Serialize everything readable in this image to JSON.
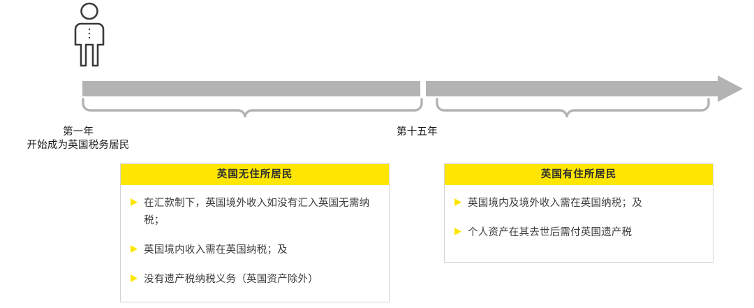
{
  "diagram": {
    "person": {
      "icon": "person-icon"
    },
    "timeline": {
      "arrow_color": "#b3b3b3",
      "brace_color": "#b3b3b3",
      "segments": [
        {
          "name": "non-domiciled-period"
        },
        {
          "name": "domiciled-period"
        }
      ]
    },
    "markers": [
      {
        "name": "year-first",
        "line1": "第一年",
        "line2": "开始成为英国税务居民"
      },
      {
        "name": "year-fifteenth",
        "line1": "第十五年"
      }
    ],
    "panels": [
      {
        "name": "uk-non-domiciled-resident",
        "header": "英国无住所居民",
        "header_color": "#ffe600",
        "bullets": [
          "在汇款制下，英国境外收入如没有汇入英国无需纳税；",
          "英国境内收入需在英国纳税；及",
          "没有遗产税纳税义务（英国资产除外）"
        ]
      },
      {
        "name": "uk-domiciled-resident",
        "header": "英国有住所居民",
        "header_color": "#ffe600",
        "bullets": [
          "英国境内及境外收入需在英国纳税；及",
          "个人资产在其去世后需付英国遗产税"
        ]
      }
    ],
    "bullet_marker_color": "#ffe600"
  }
}
